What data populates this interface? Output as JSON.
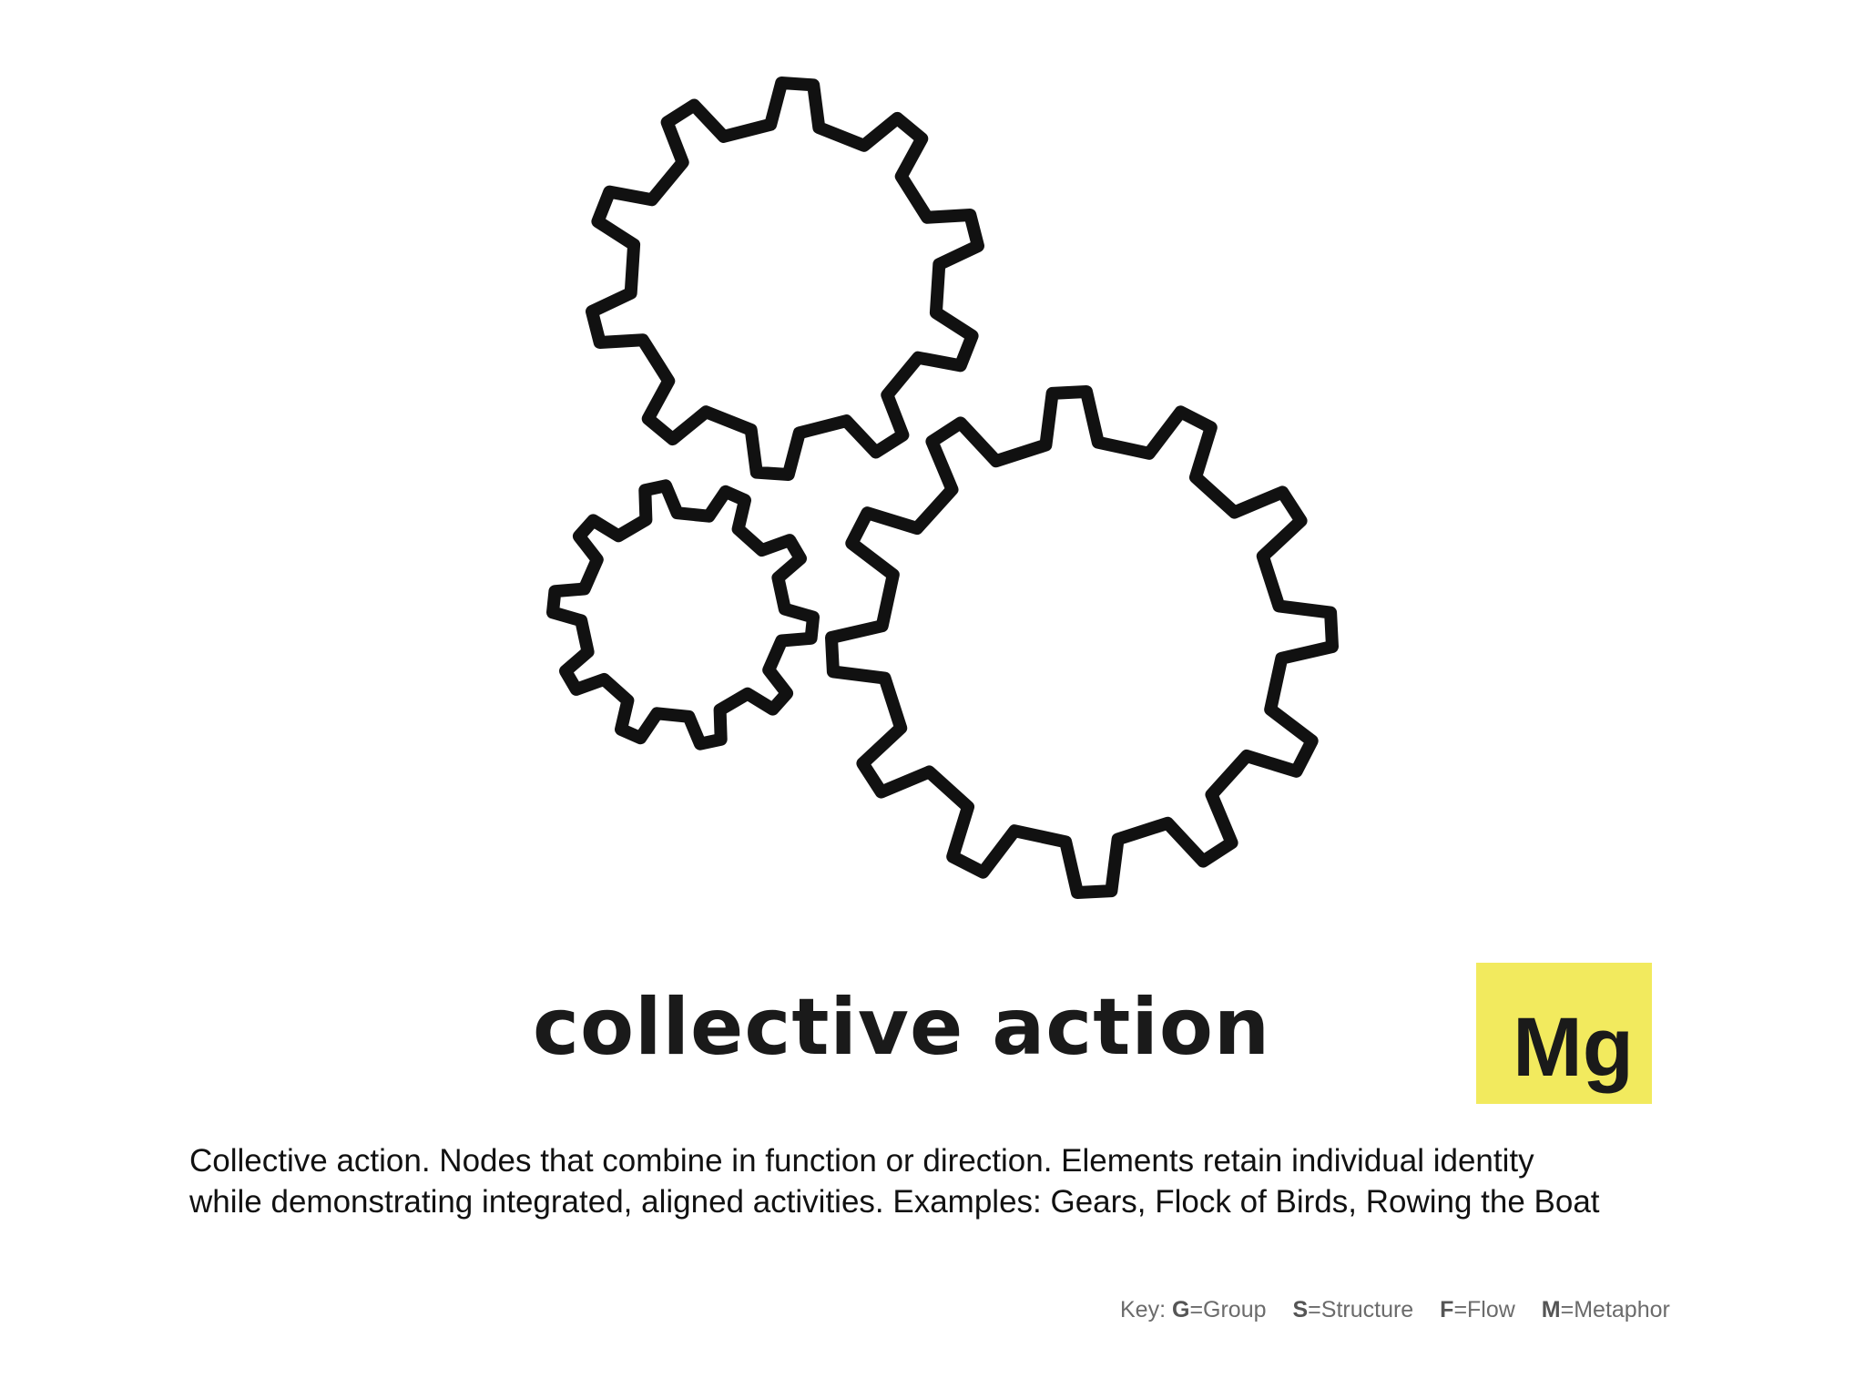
{
  "title": "collective action",
  "badge": {
    "label": "Mg",
    "color": "#f2ea5e"
  },
  "description": {
    "line1": "Collective action. Nodes that combine in function or direction. Elements retain individual identity",
    "line2": "while demonstrating integrated, aligned activities. Examples: Gears, Flock of Birds, Rowing the Boat"
  },
  "key": {
    "prefix": "Key:",
    "entries": [
      {
        "letter": "G",
        "text": "=Group"
      },
      {
        "letter": "S",
        "text": "=Structure"
      },
      {
        "letter": "F",
        "text": "=Flow"
      },
      {
        "letter": "M",
        "text": "=Metaphor"
      }
    ]
  },
  "illustration": {
    "icons": [
      "gear-icon-large-top",
      "gear-icon-small",
      "gear-icon-large-bottom"
    ],
    "stroke_color": "#111111"
  }
}
